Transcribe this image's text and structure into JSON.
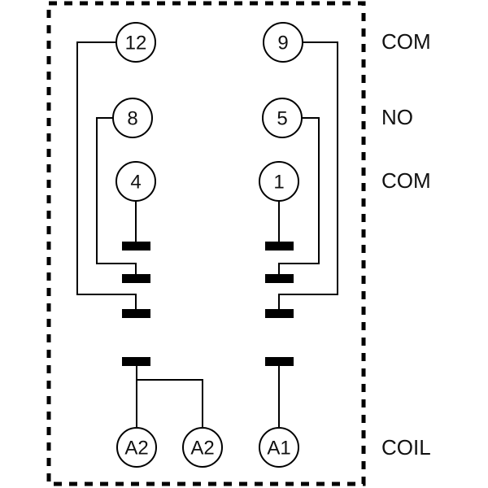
{
  "terminals": {
    "t12": "12",
    "t9": "9",
    "t8": "8",
    "t5": "5",
    "t4": "4",
    "t1": "1",
    "a2_left": "A2",
    "a2_right": "A2",
    "a1": "A1"
  },
  "labels": {
    "com_top": "COM",
    "no": "NO",
    "com_mid": "COM",
    "coil": "COIL"
  }
}
